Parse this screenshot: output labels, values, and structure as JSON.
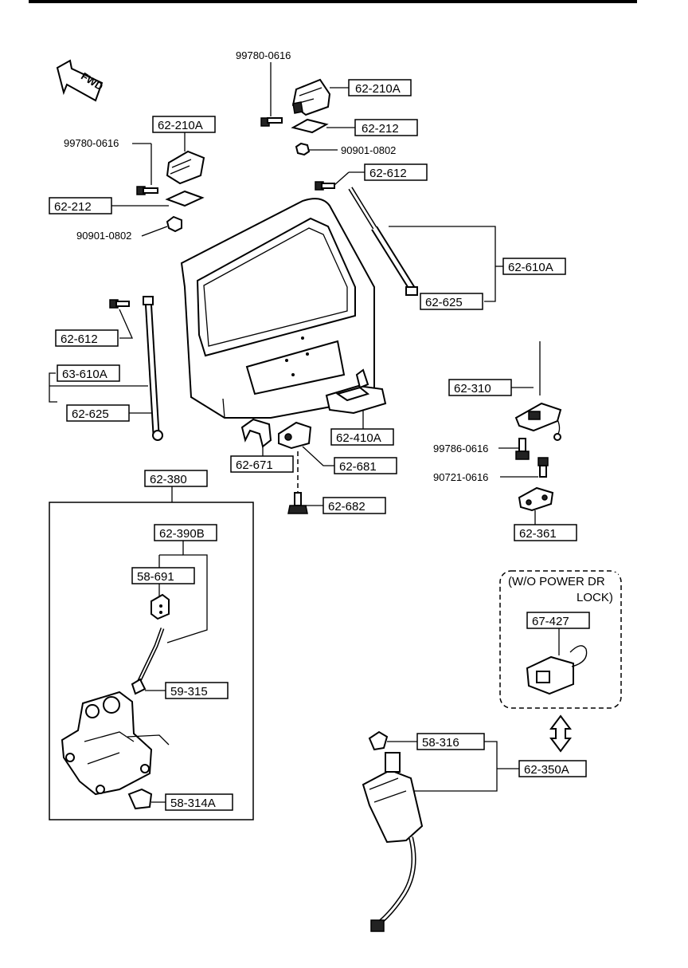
{
  "labels": {
    "fwd": "FWD",
    "bolt_top": "99780-0616",
    "hinge_top": "62-210A",
    "plate_top": "62-212",
    "nut_top": "90901-0802",
    "bolt_top_right": "62-612",
    "hinge_left": "62-210A",
    "bolt_left": "99780-0616",
    "plate_left": "62-212",
    "nut_left": "90901-0802",
    "strut_assy_right": "62-610A",
    "strut_cap_right": "62-625",
    "bolt_left_strut": "62-612",
    "strut_assy_left": "63-610A",
    "strut_cap_left": "62-625",
    "lock_cylinder": "62-310",
    "handle_garnish": "62-410A",
    "bracket": "62-671",
    "stopper": "62-681",
    "stopper_bolt": "62-682",
    "screw_a": "99786-0616",
    "screw_b": "90721-0616",
    "striker": "62-361",
    "latch_assy": "62-380",
    "rod_assy": "62-390B",
    "rod_clip": "58-691",
    "clip": "59-315",
    "latch_switch": "58-314A",
    "option_note_line1": "(W/O POWER DR",
    "option_note_line2": "LOCK)",
    "connector": "67-427",
    "actuator_clip": "58-316",
    "actuator": "62-350A"
  }
}
